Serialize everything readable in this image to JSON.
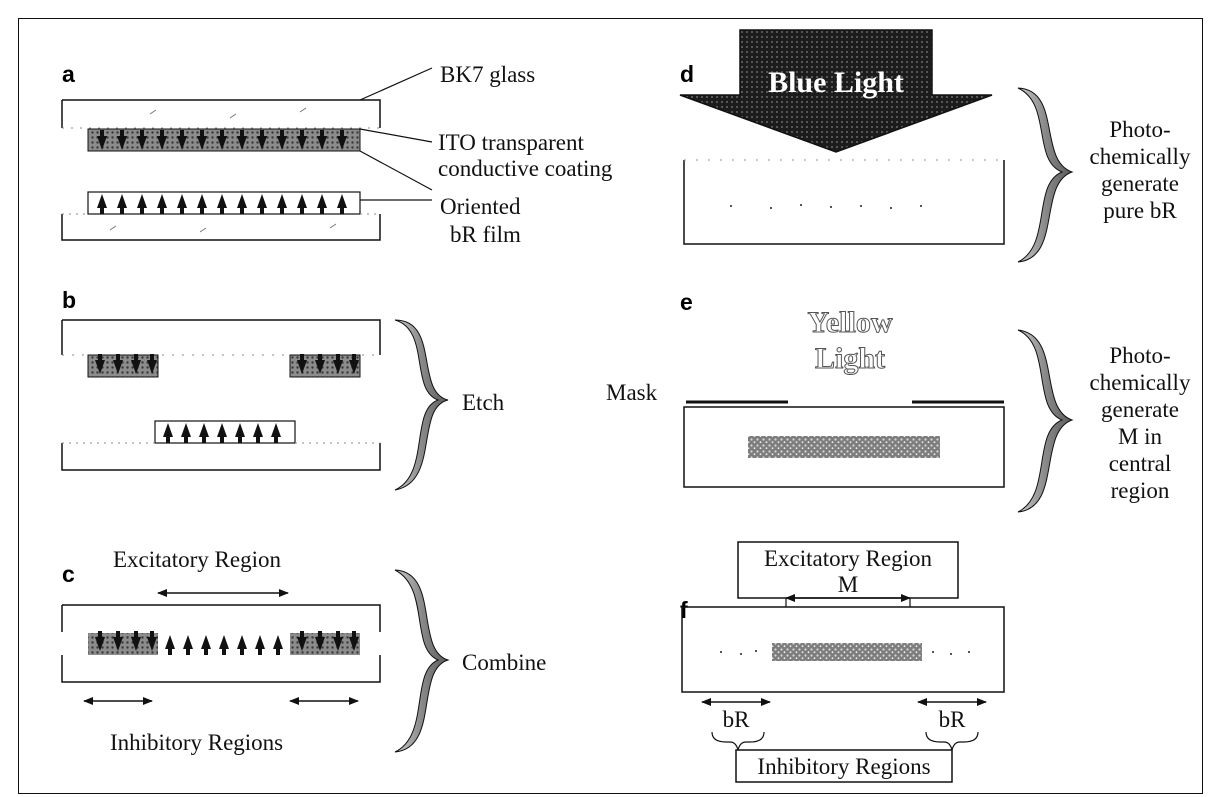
{
  "panels": {
    "a": {
      "letter": "a",
      "labels": {
        "glass": "BK7 glass",
        "ito_line1": "ITO transparent",
        "ito_line2": "conductive coating",
        "film_line1": "Oriented",
        "film_line2": "bR film"
      }
    },
    "b": {
      "letter": "b",
      "step": "Etch"
    },
    "c": {
      "letter": "c",
      "excitatory": "Excitatory Region",
      "inhibitory": "Inhibitory Regions",
      "step": "Combine"
    },
    "d": {
      "letter": "d",
      "light": "Blue Light",
      "step_lines": [
        "Photo-",
        "chemically",
        "generate",
        "pure bR"
      ]
    },
    "e": {
      "letter": "e",
      "light_line1": "Yellow",
      "light_line2": "Light",
      "mask": "Mask",
      "step_lines": [
        "Photo-",
        "chemically",
        "generate",
        "M in",
        "central",
        "region"
      ]
    },
    "f": {
      "letter": "f",
      "excitatory": "Excitatory Region",
      "m_label": "M",
      "br_left": "bR",
      "br_right": "bR",
      "inhibitory": "Inhibitory Regions"
    }
  },
  "colors": {
    "ink": "#111111",
    "stipple": "#9a9a9a",
    "blue_light_fill": "#1a1a1a",
    "brace": "#8a8a8a"
  }
}
